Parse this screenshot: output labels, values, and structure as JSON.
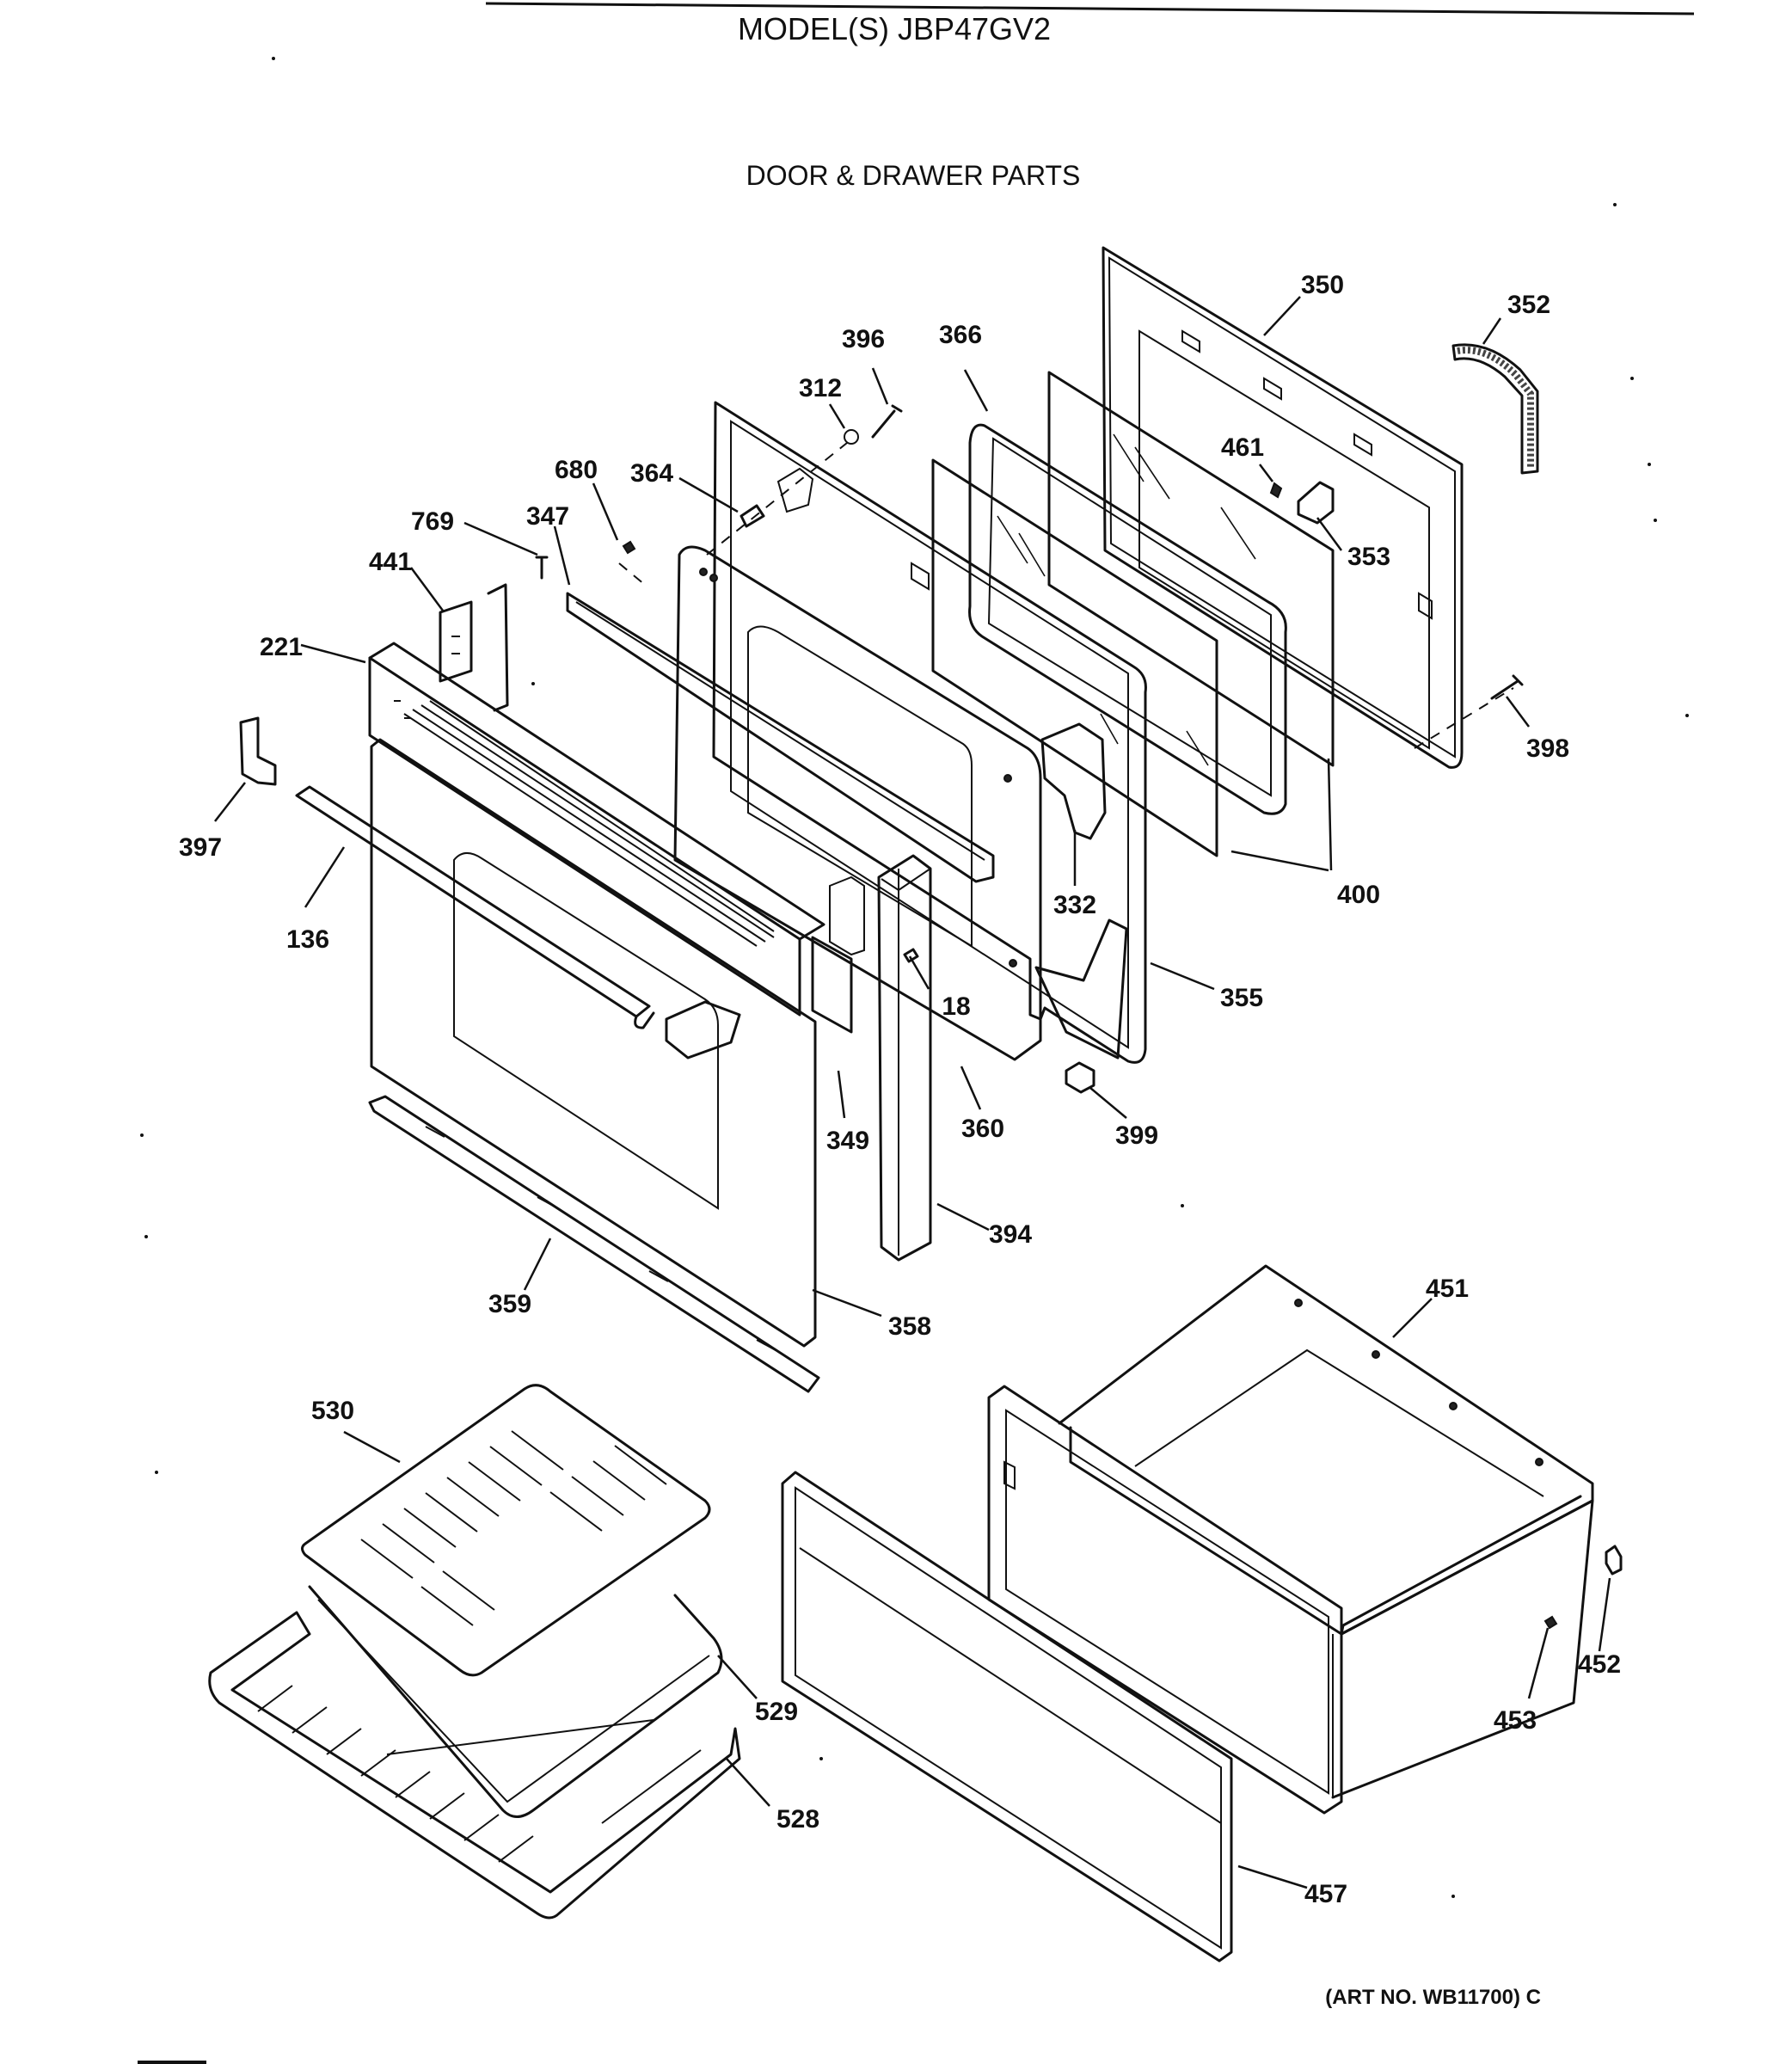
{
  "header": {
    "model": "MODEL(S) JBP47GV2",
    "section": "DOOR & DRAWER PARTS"
  },
  "footer": {
    "art_number": "(ART NO. WB11700) C"
  },
  "callouts": {
    "p350": "350",
    "p352": "352",
    "p396": "396",
    "p366": "366",
    "p312": "312",
    "p461": "461",
    "p353": "353",
    "p680": "680",
    "p364": "364",
    "p769": "769",
    "p347": "347",
    "p441": "441",
    "p221": "221",
    "p398": "398",
    "p397": "397",
    "p136": "136",
    "p332": "332",
    "p400": "400",
    "p18": "18",
    "p355": "355",
    "p349": "349",
    "p360": "360",
    "p399": "399",
    "p394": "394",
    "p359": "359",
    "p358": "358",
    "p451": "451",
    "p530": "530",
    "p452": "452",
    "p453": "453",
    "p529": "529",
    "p528": "528",
    "p457": "457"
  }
}
